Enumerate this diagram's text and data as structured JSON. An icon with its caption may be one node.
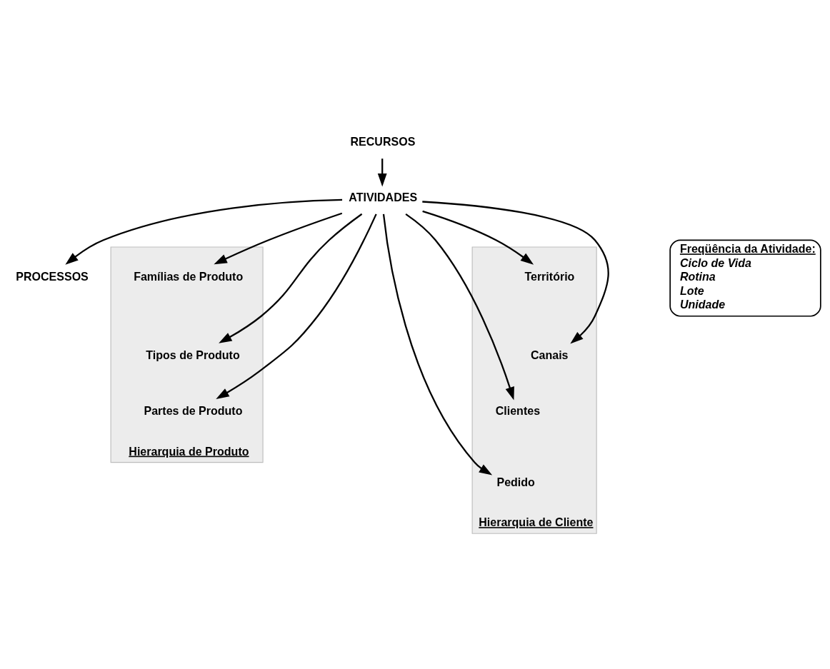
{
  "diagram": {
    "nodes": [
      {
        "text": [
          "RECURSOS"
        ]
      },
      {
        "text": [
          "ATIVIDADES"
        ]
      },
      {
        "text": [
          "Freqüência da Atividade:",
          "Ciclo de Vida",
          "Rotina",
          "Lote",
          "Unidade"
        ]
      },
      {
        "text": [
          "PROCESSOS"
        ]
      },
      {
        "text": [
          "Hierarquia de Produto"
        ]
      },
      {
        "text": [
          "Famílias de Produto"
        ],
        "in": 4
      },
      {
        "text": [
          "Tipos de Produto"
        ],
        "in": 4
      },
      {
        "text": [
          "Partes de Produto"
        ],
        "in": 4
      },
      {
        "text": [
          "Hierarquia de Cliente"
        ]
      },
      {
        "text": [
          "Território"
        ],
        "in": 8
      },
      {
        "text": [
          "Canais"
        ],
        "in": 8
      },
      {
        "text": [
          "Clientes"
        ],
        "in": 8
      },
      {
        "text": [
          "Pedido"
        ],
        "in": 8
      }
    ],
    "edges": [
      {
        "from": 0,
        "to": 1,
        "arrow": "to"
      },
      {
        "from": 1,
        "to": 3,
        "arrow": "to"
      },
      {
        "from": 1,
        "to": 5,
        "arrow": "to"
      },
      {
        "from": 1,
        "to": 6,
        "arrow": "to"
      },
      {
        "from": 1,
        "to": 7,
        "arrow": "to"
      },
      {
        "from": 1,
        "to": 9,
        "arrow": "to"
      },
      {
        "from": 1,
        "to": 10,
        "arrow": "to"
      },
      {
        "from": 1,
        "to": 11,
        "arrow": "to"
      },
      {
        "from": 1,
        "to": 12,
        "arrow": "to"
      }
    ]
  }
}
